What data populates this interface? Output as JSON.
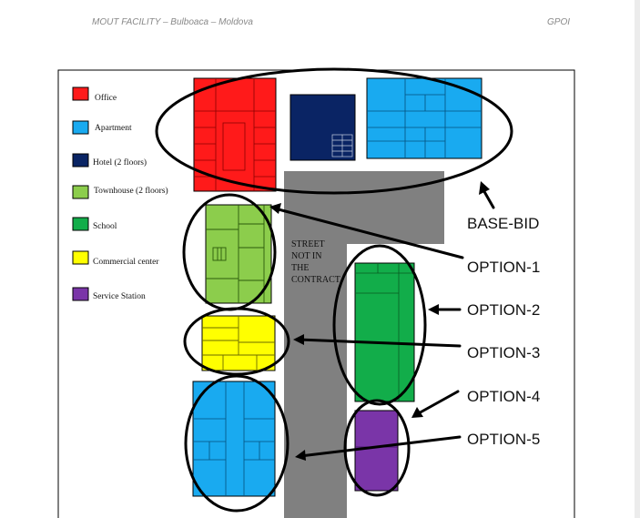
{
  "header": {
    "left": "MOUT FACILITY – Bulboaca – Moldova",
    "right": "GPOI"
  },
  "legend": [
    {
      "label": "Office",
      "color": "#ff1a1a"
    },
    {
      "label": "Apartment",
      "color": "#19aaf0"
    },
    {
      "label": "Hotel (2 floors)",
      "color": "#0a2464"
    },
    {
      "label": "Townhouse (2 floors)",
      "color": "#8ccd4c"
    },
    {
      "label": "School",
      "color": "#12ad4a"
    },
    {
      "label": "Commercial center",
      "color": "#ffff00"
    },
    {
      "label": "Service Station",
      "color": "#7a35a8"
    }
  ],
  "street": {
    "line1": "STREET",
    "line2": "NOT IN",
    "line3": "THE",
    "line4": "CONTRACT",
    "color": "#808080"
  },
  "options": {
    "base": "BASE-BID",
    "opt1": "OPTION-1",
    "opt2": "OPTION-2",
    "opt3": "OPTION-3",
    "opt4": "OPTION-4",
    "opt5": "OPTION-5"
  }
}
